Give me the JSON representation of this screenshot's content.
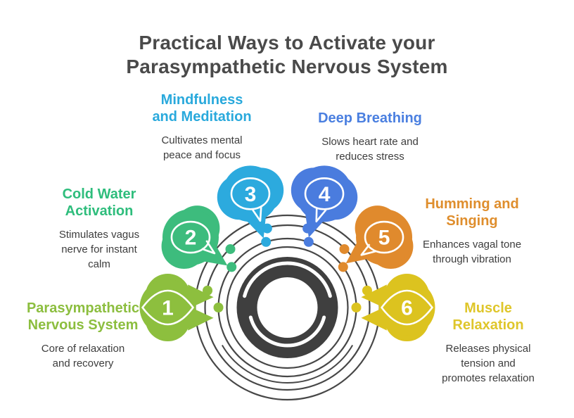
{
  "title": {
    "lines": [
      "Practical Ways to Activate your",
      "Parasympathetic Nervous System"
    ],
    "color": "#4a4a4a"
  },
  "items": [
    {
      "number": "1",
      "title_lines": [
        "Parasympathetic",
        "Nervous System"
      ],
      "description_lines": [
        "Core of relaxation",
        "and recovery"
      ],
      "color": "#8dbf3e",
      "title_color": "#8cbe3f",
      "angle": 180
    },
    {
      "number": "2",
      "title_lines": [
        "Cold Water",
        "Activation"
      ],
      "description_lines": [
        "Stimulates vagus",
        "nerve for instant",
        "calm"
      ],
      "color": "#3dbc7d",
      "title_color": "#2ebd7c",
      "angle": 144
    },
    {
      "number": "3",
      "title_lines": [
        "Mindfulness",
        "and Meditation"
      ],
      "description_lines": [
        "Cultivates mental",
        "peace and focus"
      ],
      "color": "#2caade",
      "title_color": "#29a9dc",
      "angle": 108
    },
    {
      "number": "4",
      "title_lines": [
        "Deep Breathing"
      ],
      "description_lines": [
        "Slows heart rate and",
        "reduces stress"
      ],
      "color": "#4a7cde",
      "title_color": "#4a7fe0",
      "angle": 72
    },
    {
      "number": "5",
      "title_lines": [
        "Humming and",
        "Singing"
      ],
      "description_lines": [
        "Enhances vagal tone",
        "through vibration"
      ],
      "color": "#e08a2d",
      "title_color": "#df8e2d",
      "angle": 36
    },
    {
      "number": "6",
      "title_lines": [
        "Muscle",
        "Relaxation"
      ],
      "description_lines": [
        "Releases physical",
        "tension and",
        "promotes relaxation"
      ],
      "color": "#dcc31f",
      "title_color": "#dfc62b",
      "angle": 0
    }
  ],
  "graphic": {
    "thin_ring_color": "#474747",
    "center_ring_color": "#3f3f3f",
    "number_color": "#ffffff",
    "background": "#ffffff"
  },
  "description_color": "#3d3d3d"
}
